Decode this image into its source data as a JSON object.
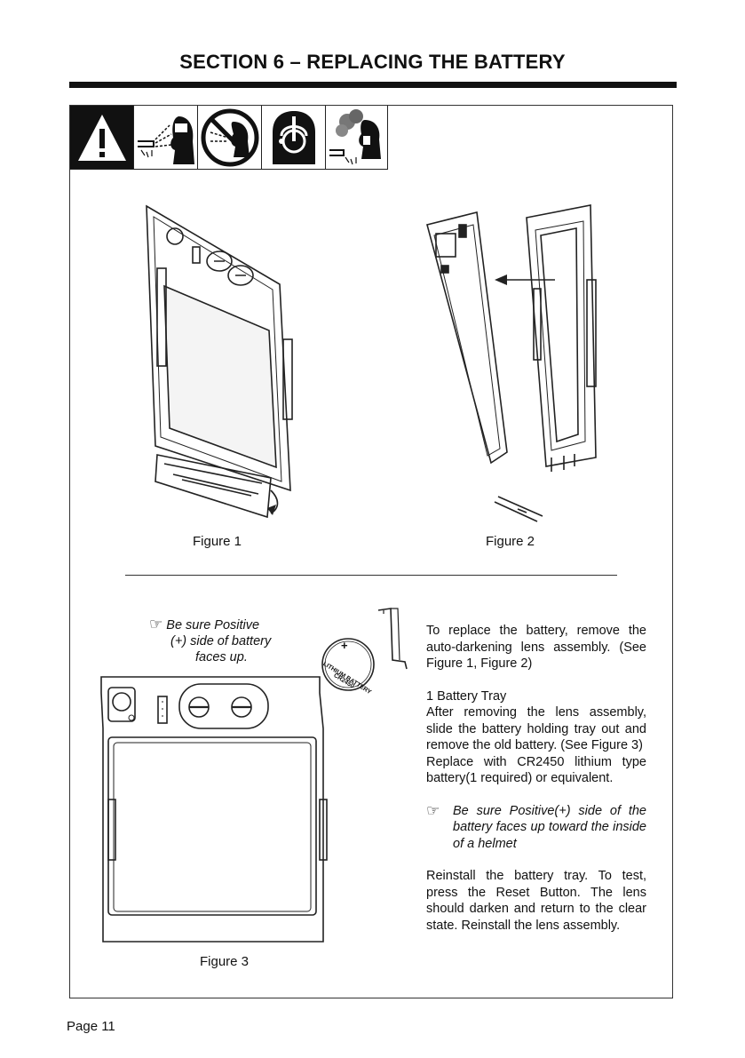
{
  "header": {
    "title": "SECTION 6 – REPLACING THE BATTERY"
  },
  "warning_icons": [
    "warning-triangle-icon",
    "welding-arc-sparks-icon",
    "no-eye-exposure-icon",
    "hearing-protection-icon",
    "welding-fumes-icon"
  ],
  "figures": {
    "fig1": "Figure 1",
    "fig2": "Figure 2",
    "fig3": "Figure 3"
  },
  "battery": {
    "label": "LITHIUM BATTERY",
    "model": "CR2450",
    "plus": "+"
  },
  "note_top": {
    "hand": "☞",
    "line1": "Be sure Positive",
    "line2": "(+) side of battery",
    "line3": "faces up."
  },
  "instructions": {
    "intro": "To replace the battery, remove the auto-darkening lens assembly. (See Figure 1, Figure 2)",
    "step_title": "1  Battery Tray",
    "step_body": "After removing the lens assembly, slide the battery holding tray out and remove the old battery. (See Figure 3)",
    "replace": "Replace with CR2450 lithium type battery(1 required) or equivalent.",
    "note_hand": "☞",
    "note": "Be sure Positive(+) side of the battery faces up toward the inside of a helmet",
    "reinstall": "Reinstall the battery tray. To test, press the Reset Button. The lens should darken and return to the clear state. Reinstall the lens assembly."
  },
  "footer": {
    "page": "Page 11"
  }
}
